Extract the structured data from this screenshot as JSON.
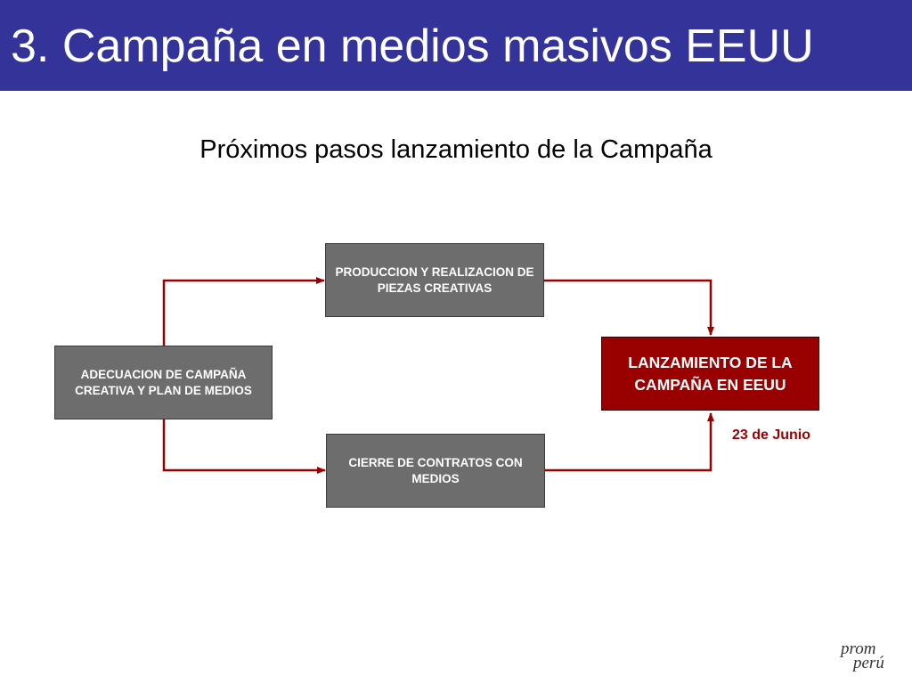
{
  "header": {
    "title": "3. Campaña en medios masivos EEUU",
    "background": "#333399"
  },
  "subtitle": "Próximos pasos lanzamiento de la Campaña",
  "diagram": {
    "node_start": "ADECUACION DE CAMPAÑA CREATIVA Y PLAN DE MEDIOS",
    "node_production": "PRODUCCION Y REALIZACION DE PIEZAS CREATIVAS",
    "node_contracts": "CIERRE DE CONTRATOS CON MEDIOS",
    "node_launch": "LANZAMIENTO DE LA CAMPAÑA EN EEUU",
    "launch_date": "23 de Junio",
    "colors": {
      "box": "#6d6d6d",
      "launch_box": "#990000",
      "connector": "#990000"
    }
  },
  "logo": {
    "line1": "prom",
    "line2": "perú"
  }
}
